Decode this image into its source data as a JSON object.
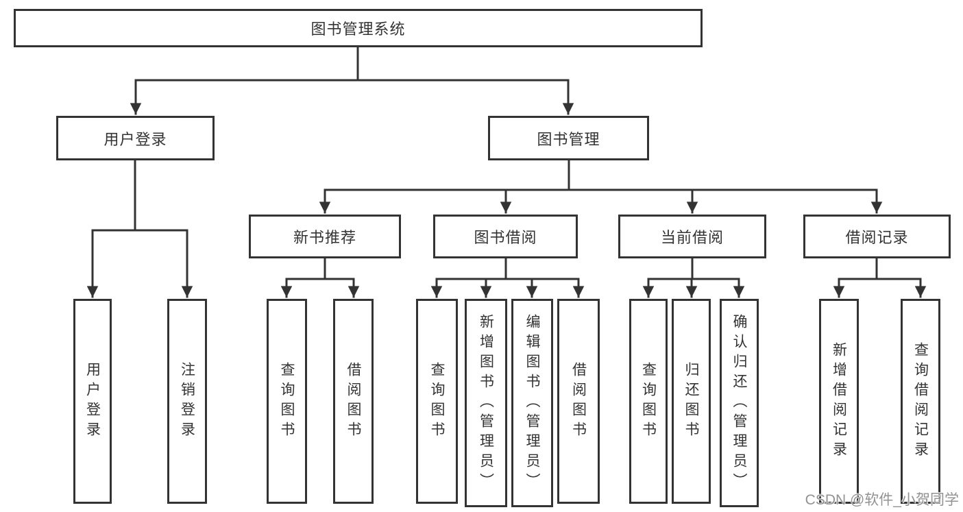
{
  "tree": {
    "root": "图书管理系统",
    "login": {
      "label": "用户登录",
      "children": [
        "用户登录",
        "注销登录"
      ]
    },
    "manage": {
      "label": "图书管理",
      "groups": [
        {
          "label": "新书推荐",
          "children": [
            "查询图书",
            "借阅图书"
          ]
        },
        {
          "label": "图书借阅",
          "children": [
            "查询图书",
            "新增图书（管理员）",
            "编辑图书（管理员）",
            "借阅图书"
          ]
        },
        {
          "label": "当前借阅",
          "children": [
            "查询图书",
            "归还图书",
            "确认归还（管理员）"
          ]
        },
        {
          "label": "借阅记录",
          "children": [
            "新增借阅记录",
            "查询借阅记录"
          ]
        }
      ]
    }
  },
  "watermark": {
    "text": "CSDN @软件_小贺同学"
  },
  "colors": {
    "line": "#333333",
    "text": "#333333",
    "box_fill": "#ffffff",
    "watermark": "#929292",
    "background": "#ffffff"
  }
}
